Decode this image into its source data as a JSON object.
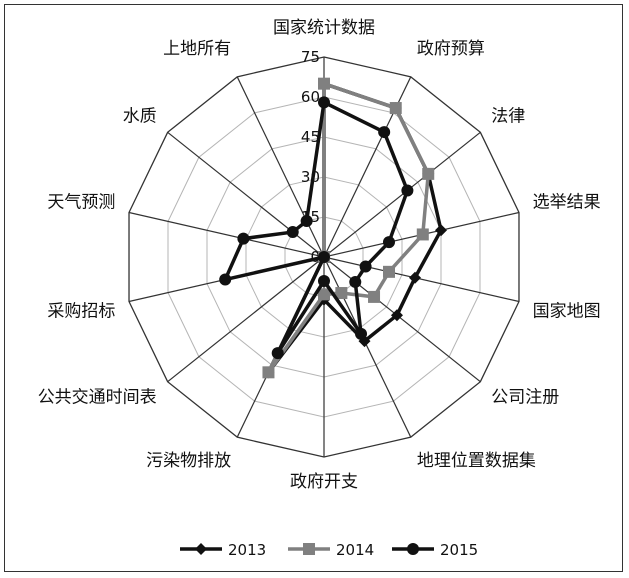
{
  "chart_data": {
    "type": "radar",
    "categories": [
      "国家统计数据",
      "政府预算",
      "法律",
      "选举结果",
      "国家地图",
      "公司注册",
      "地理位置数据集",
      "政府开支",
      "污染物排放",
      "公共交通时间表",
      "采购招标",
      "天气预测",
      "水质",
      "上地所有"
    ],
    "rlim": [
      0,
      75
    ],
    "ticks": [
      "0",
      "15",
      "30",
      "45",
      "60",
      "75"
    ],
    "grid": true,
    "legend_position": "bottom",
    "series": [
      {
        "name": "2013",
        "color": "#111111",
        "marker": "diamond",
        "values": [
          65,
          62,
          50,
          45,
          35,
          35,
          35,
          16,
          48,
          0,
          0,
          0,
          0,
          0
        ]
      },
      {
        "name": "2014",
        "color": "#808080",
        "marker": "square",
        "values": [
          65,
          62,
          50,
          38,
          25,
          24,
          15,
          14,
          48,
          0,
          0,
          0,
          0,
          0
        ]
      },
      {
        "name": "2015",
        "color": "#111111",
        "marker": "circle",
        "values": [
          58,
          52,
          40,
          25,
          16,
          15,
          32,
          9,
          40,
          0,
          38,
          31,
          15,
          15
        ]
      }
    ]
  }
}
